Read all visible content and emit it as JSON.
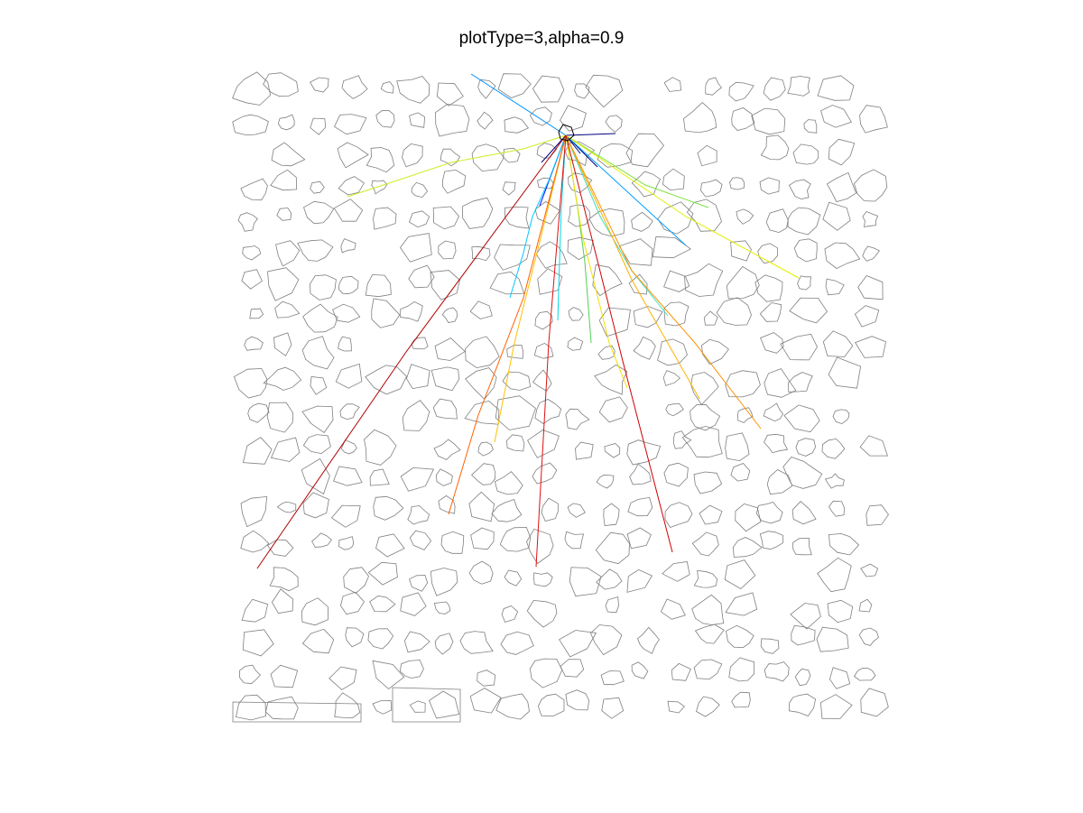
{
  "chart_data": {
    "type": "line",
    "title": "plotType=3,alpha=0.9",
    "xlabel": "",
    "ylabel": "",
    "grid": false,
    "legend": "none",
    "axes_visible": false,
    "obstacle_color": "#7f7f7f",
    "origin": [
      627,
      150
    ],
    "series": [
      {
        "color": "#000080",
        "points": [
          [
            627,
            150
          ],
          [
            600,
            180
          ]
        ]
      },
      {
        "color": "#000080",
        "points": [
          [
            627,
            150
          ],
          [
            682,
            148
          ]
        ]
      },
      {
        "color": "#000080",
        "points": [
          [
            627,
            150
          ],
          [
            662,
            185
          ]
        ]
      },
      {
        "color": "#000080",
        "points": [
          [
            627,
            150
          ],
          [
            643,
            170
          ]
        ]
      },
      {
        "color": "#0000ff",
        "points": [
          [
            627,
            150
          ],
          [
            598,
            228
          ]
        ]
      },
      {
        "color": "#0060ff",
        "points": [
          [
            627,
            150
          ],
          [
            608,
            225
          ]
        ]
      },
      {
        "color": "#0090ff",
        "points": [
          [
            627,
            150
          ],
          [
            522,
            82
          ]
        ]
      },
      {
        "color": "#00a0ff",
        "points": [
          [
            627,
            150
          ],
          [
            760,
            272
          ]
        ]
      },
      {
        "color": "#00c8ff",
        "points": [
          [
            627,
            150
          ],
          [
            608,
            200
          ],
          [
            590,
            240
          ],
          [
            580,
            280
          ],
          [
            565,
            330
          ]
        ]
      },
      {
        "color": "#00d8e8",
        "points": [
          [
            627,
            150
          ],
          [
            622,
            230
          ],
          [
            620,
            290
          ],
          [
            618,
            355
          ]
        ]
      },
      {
        "color": "#40e0c0",
        "points": [
          [
            627,
            150
          ],
          [
            665,
            240
          ],
          [
            700,
            300
          ],
          [
            740,
            350
          ]
        ]
      },
      {
        "color": "#50d050",
        "points": [
          [
            627,
            150
          ],
          [
            640,
            230
          ],
          [
            648,
            290
          ],
          [
            655,
            380
          ]
        ]
      },
      {
        "color": "#80e040",
        "points": [
          [
            627,
            150
          ],
          [
            715,
            205
          ],
          [
            785,
            230
          ]
        ]
      },
      {
        "color": "#c8f020",
        "points": [
          [
            627,
            150
          ],
          [
            580,
            165
          ],
          [
            500,
            180
          ],
          [
            440,
            200
          ],
          [
            385,
            218
          ]
        ]
      },
      {
        "color": "#e0f000",
        "points": [
          [
            627,
            150
          ],
          [
            760,
            240
          ],
          [
            885,
            308
          ]
        ]
      },
      {
        "color": "#f0e000",
        "points": [
          [
            627,
            150
          ],
          [
            645,
            260
          ],
          [
            675,
            380
          ],
          [
            695,
            430
          ]
        ]
      },
      {
        "color": "#ffc000",
        "points": [
          [
            627,
            150
          ],
          [
            600,
            260
          ],
          [
            570,
            380
          ],
          [
            548,
            490
          ]
        ]
      },
      {
        "color": "#ffb000",
        "points": [
          [
            627,
            150
          ],
          [
            700,
            310
          ],
          [
            775,
            442
          ]
        ]
      },
      {
        "color": "#ff9000",
        "points": [
          [
            627,
            150
          ],
          [
            700,
            300
          ],
          [
            770,
            380
          ],
          [
            843,
            475
          ]
        ]
      },
      {
        "color": "#ff6000",
        "points": [
          [
            627,
            150
          ],
          [
            580,
            330
          ],
          [
            530,
            460
          ],
          [
            497,
            570
          ]
        ]
      },
      {
        "color": "#e01010",
        "points": [
          [
            627,
            150
          ],
          [
            608,
            380
          ],
          [
            594,
            628
          ]
        ]
      },
      {
        "color": "#d00000",
        "points": [
          [
            627,
            150
          ],
          [
            690,
            400
          ],
          [
            745,
            612
          ]
        ]
      },
      {
        "color": "#b00000",
        "points": [
          [
            627,
            150
          ],
          [
            450,
            390
          ],
          [
            285,
            630
          ]
        ]
      }
    ]
  }
}
